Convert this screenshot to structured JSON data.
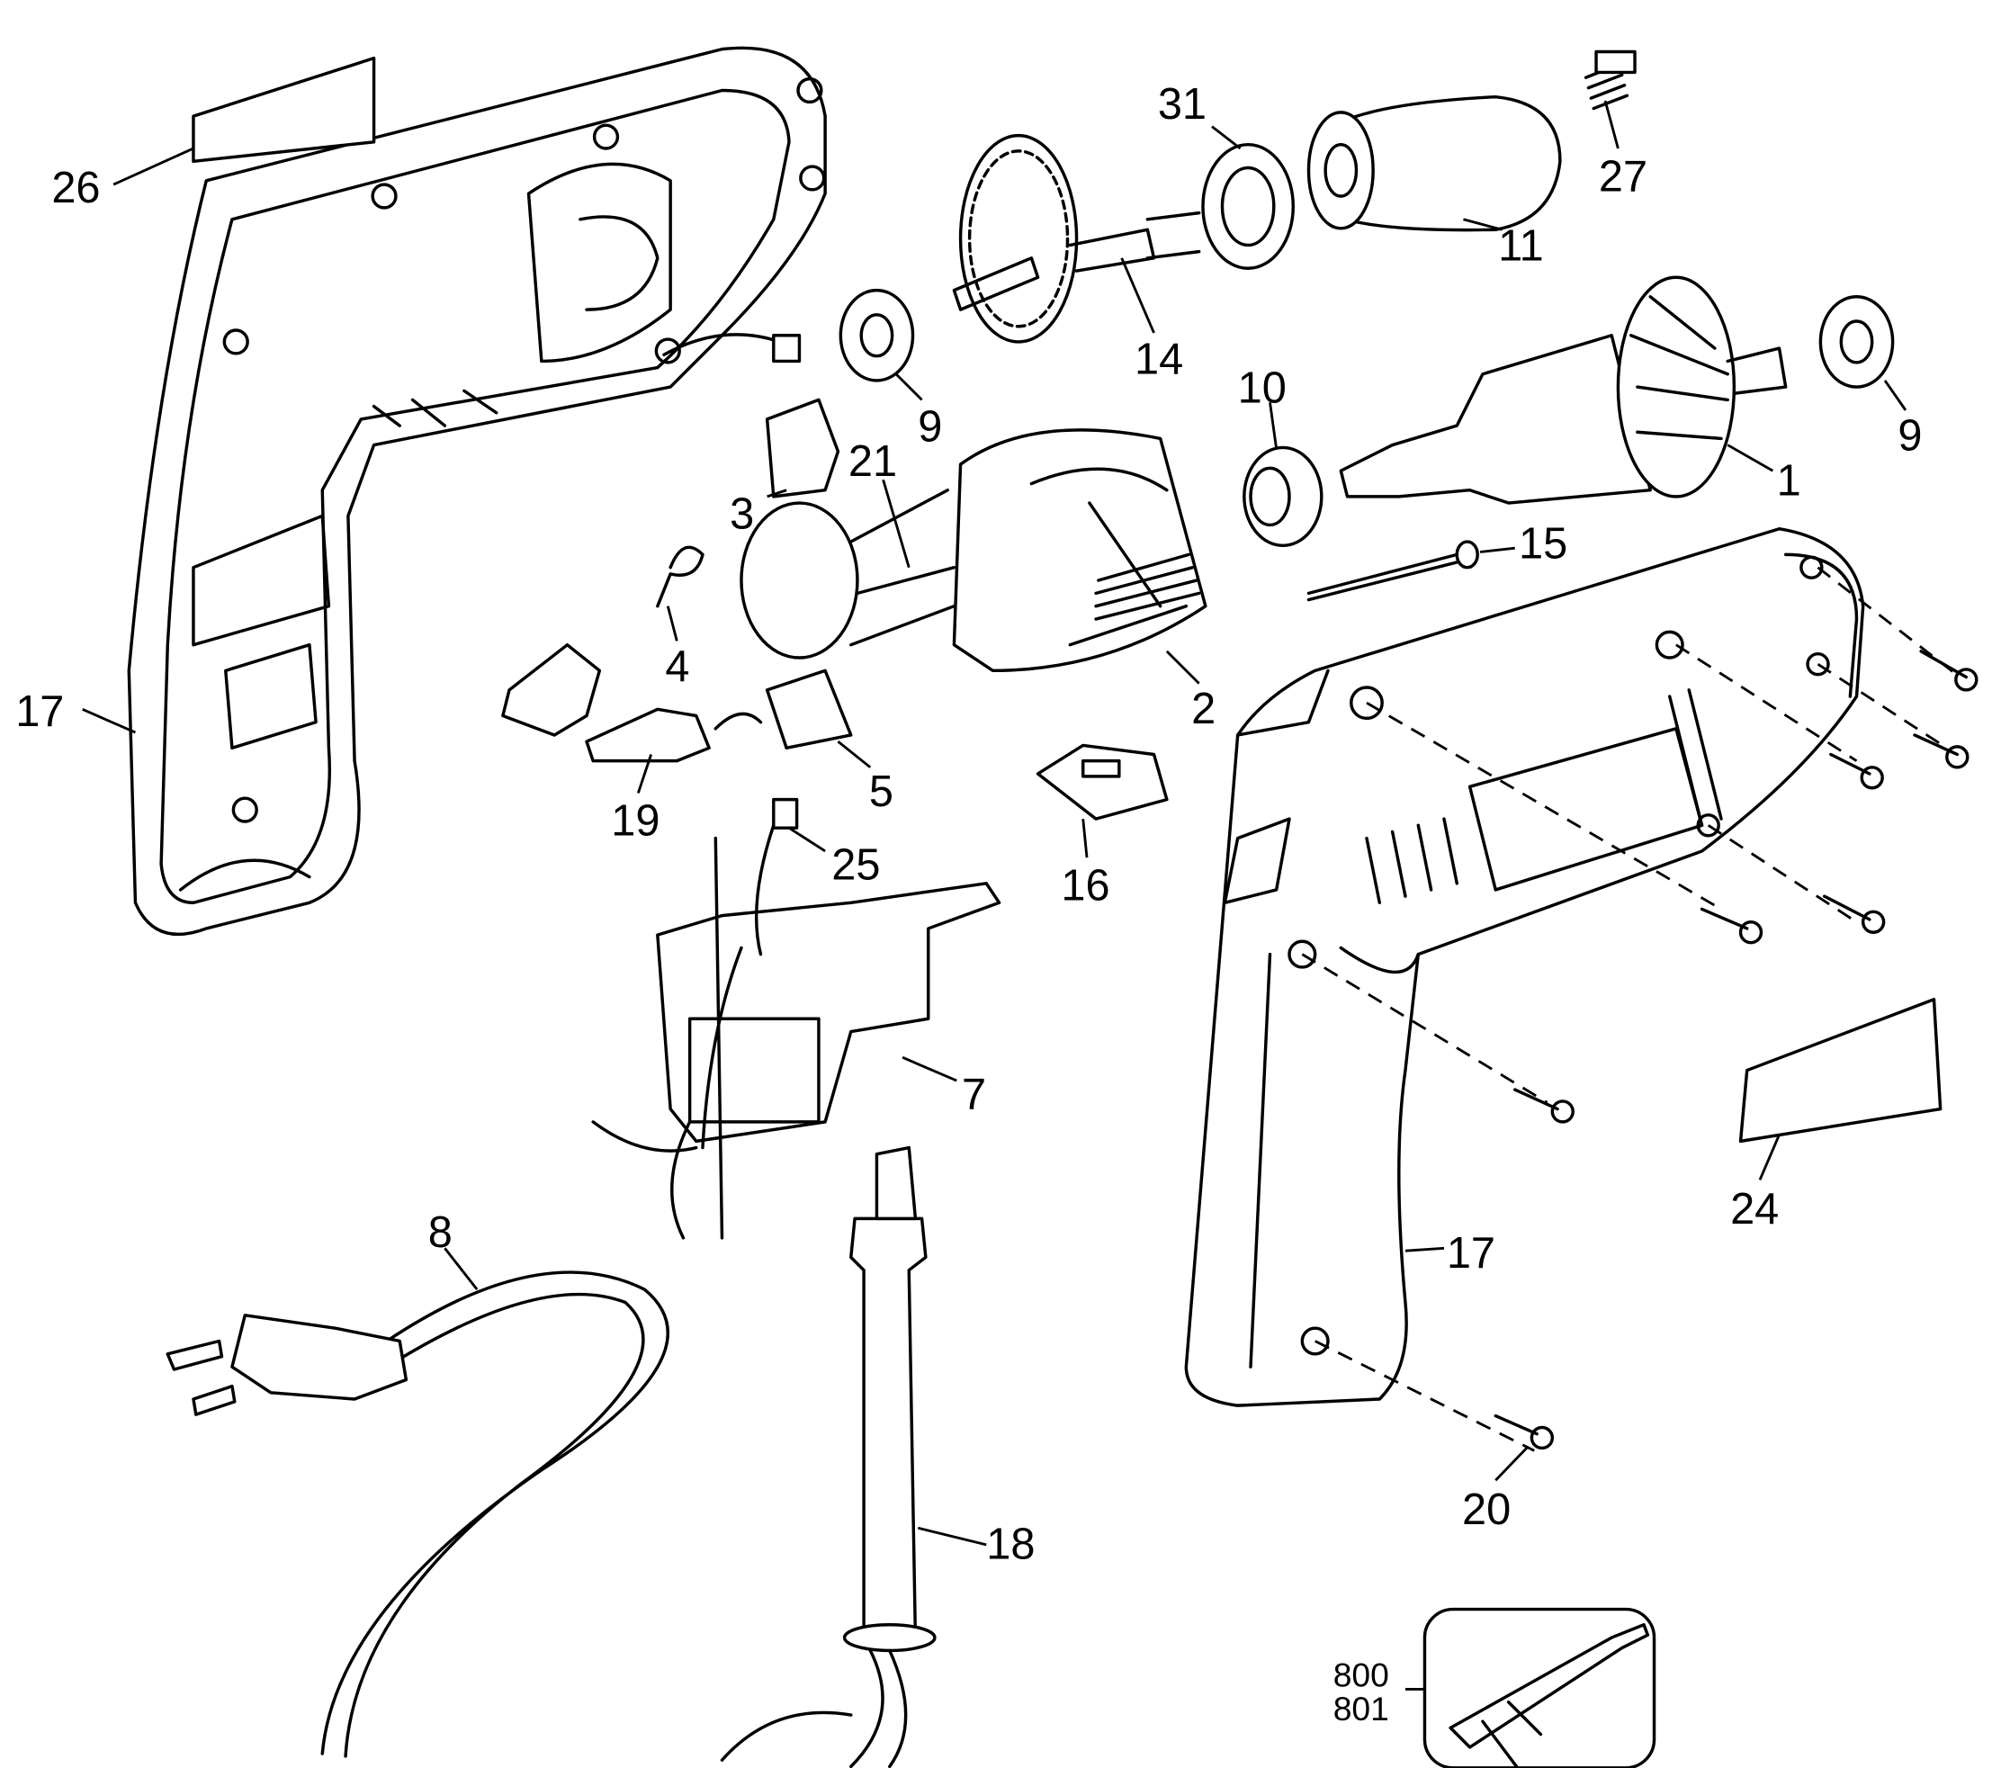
{
  "diagram": {
    "type": "exploded parts diagram",
    "line_color": "#000000",
    "background": "#ffffff",
    "part_labels": {
      "p26": "26",
      "p31": "31",
      "p27": "27",
      "p11": "11",
      "p14": "14",
      "p9a": "9",
      "p10": "10",
      "p9b": "9",
      "p1": "1",
      "p3": "3",
      "p21": "21",
      "p15": "15",
      "p4": "4",
      "p2": "2",
      "p17a": "17",
      "p5": "5",
      "p19": "19",
      "p16": "16",
      "p25": "25",
      "p7": "7",
      "p24": "24",
      "p17b": "17",
      "p8": "8",
      "p18": "18",
      "p20": "20",
      "p800": "800",
      "p801": "801"
    }
  }
}
